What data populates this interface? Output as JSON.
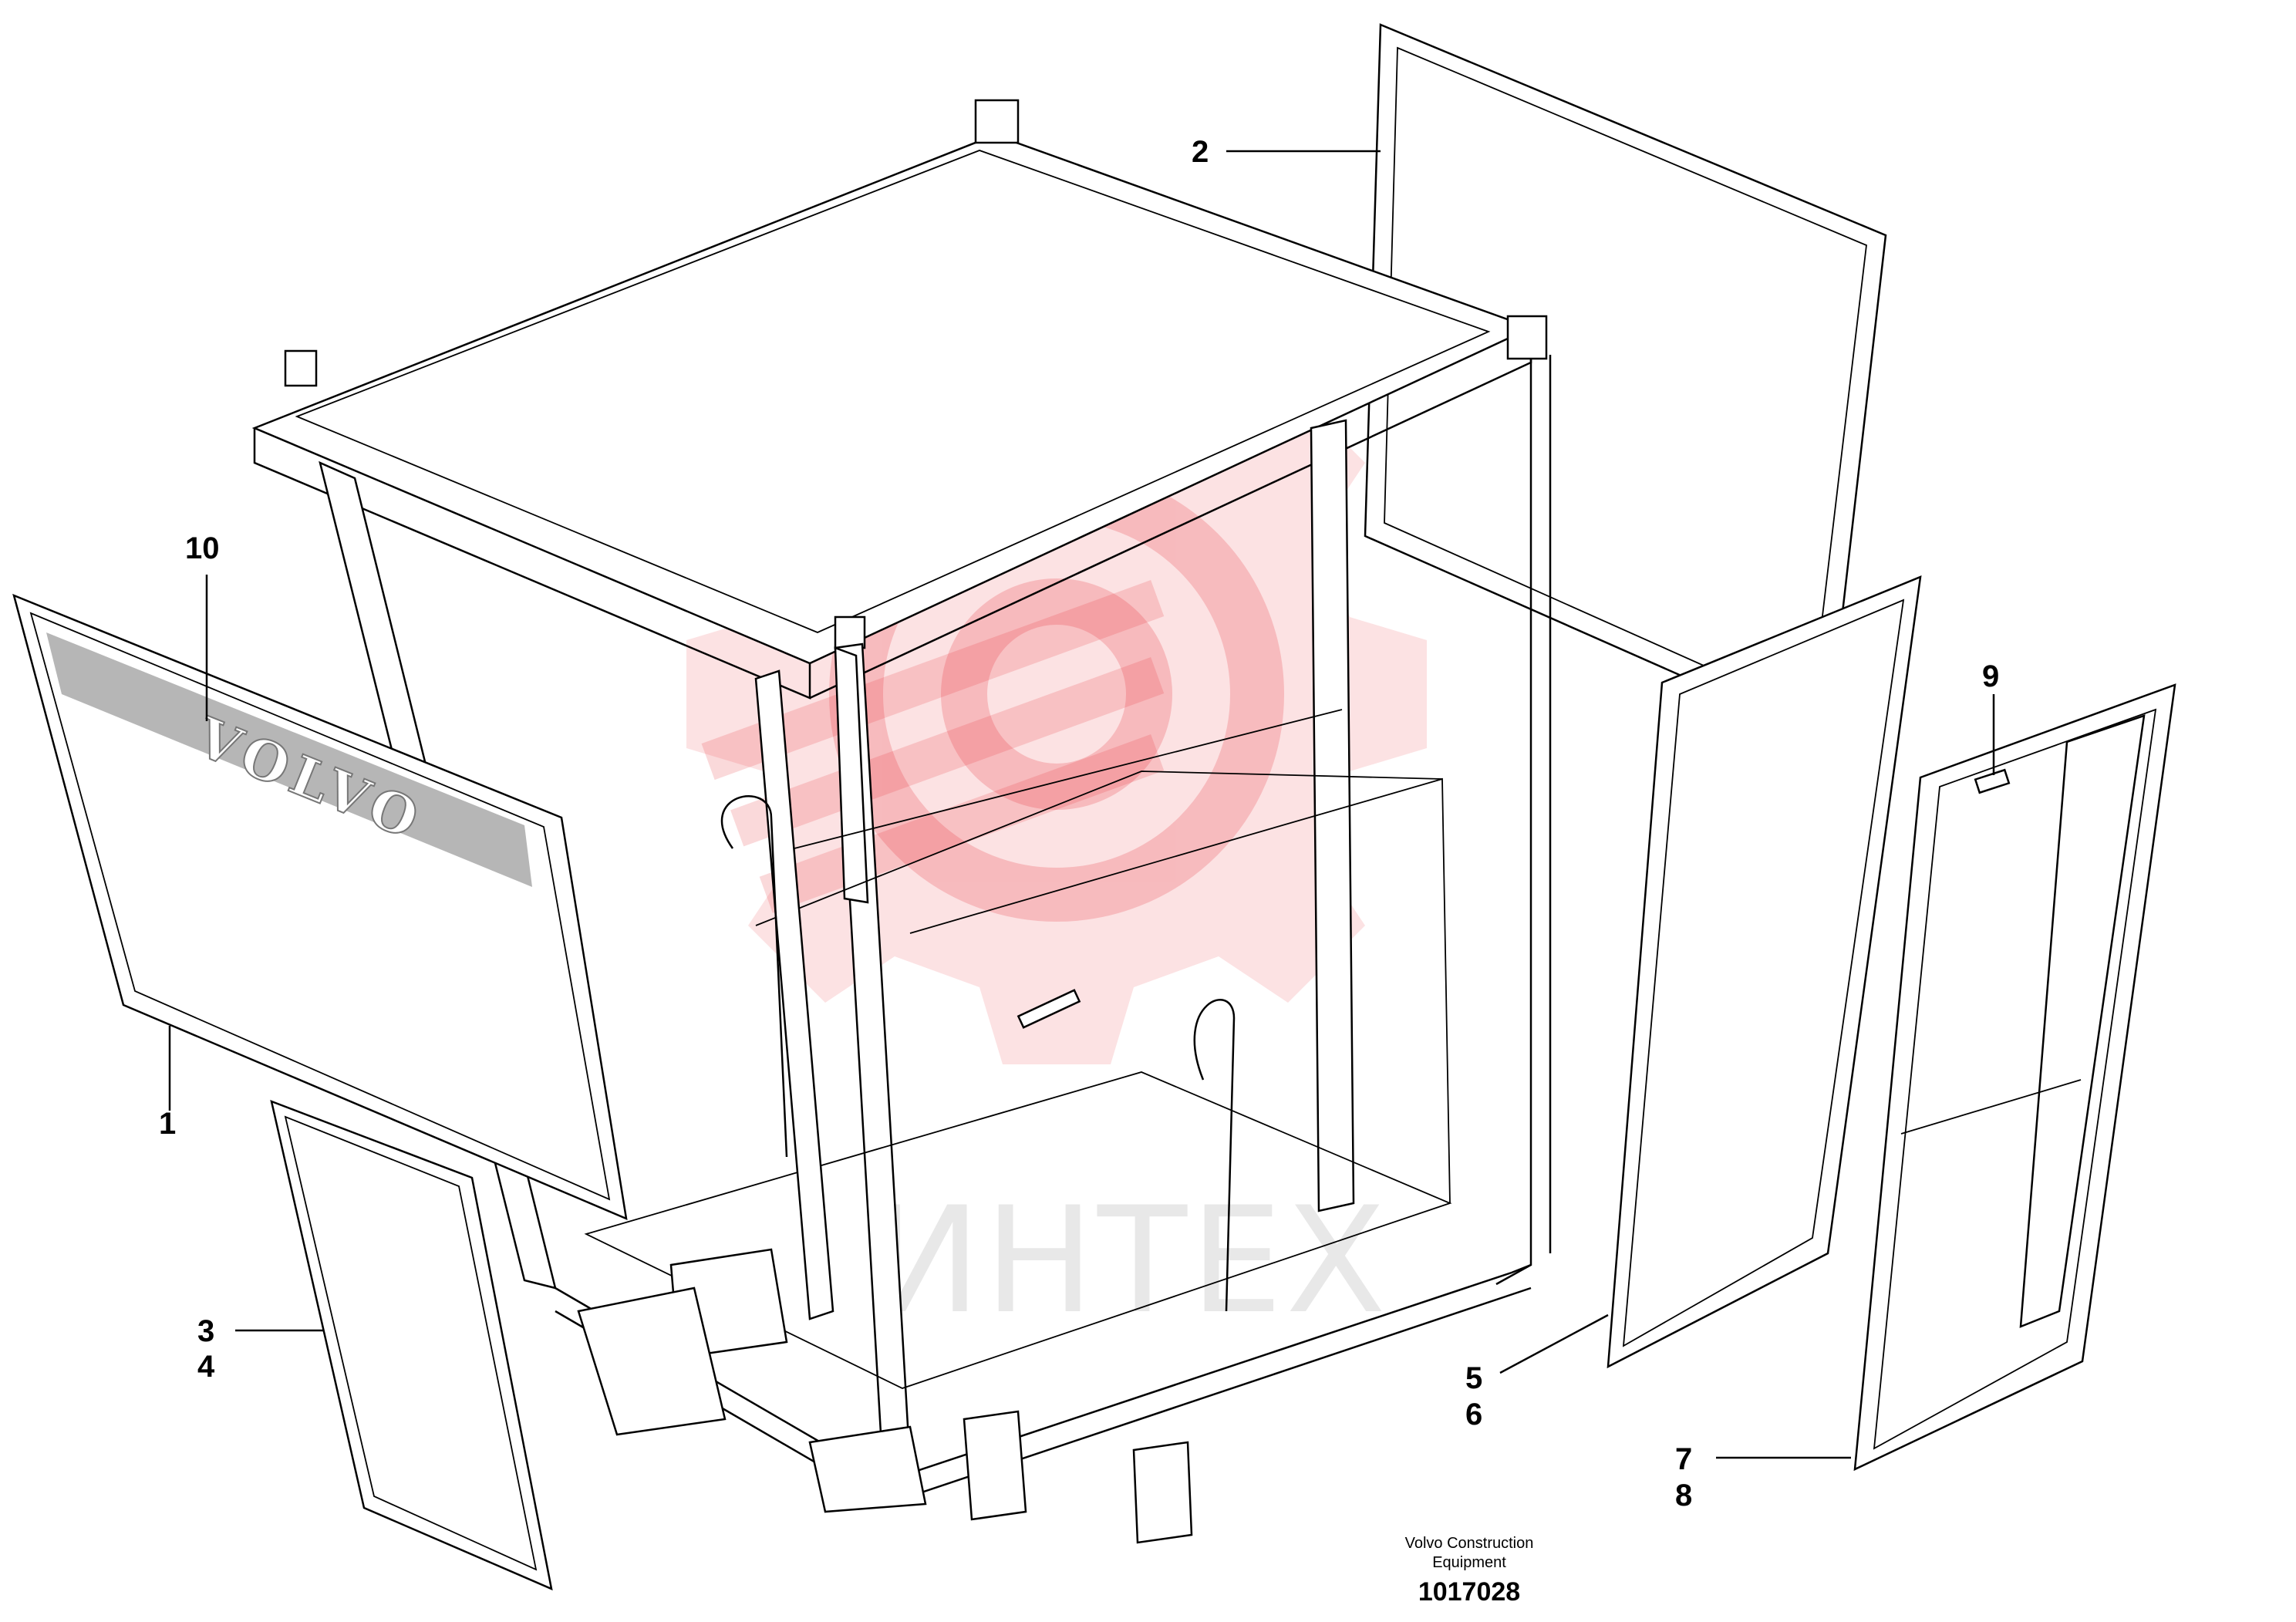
{
  "diagram": {
    "brand_logo_text": "VOLVO",
    "watermark_text": "ИНТЕХ",
    "callouts": [
      {
        "id": "c1",
        "label": "1"
      },
      {
        "id": "c2",
        "label": "2"
      },
      {
        "id": "c3",
        "label": "3"
      },
      {
        "id": "c4",
        "label": "4"
      },
      {
        "id": "c5",
        "label": "5"
      },
      {
        "id": "c6",
        "label": "6"
      },
      {
        "id": "c7",
        "label": "7"
      },
      {
        "id": "c8",
        "label": "8"
      },
      {
        "id": "c9",
        "label": "9"
      },
      {
        "id": "c10",
        "label": "10"
      }
    ],
    "credit_line1": "Volvo Construction",
    "credit_line2": "Equipment",
    "drawing_number": "1017028"
  },
  "colors": {
    "watermark_red": "#e8313a",
    "mesh_gray": "#c8c8c8",
    "line": "#000000"
  }
}
